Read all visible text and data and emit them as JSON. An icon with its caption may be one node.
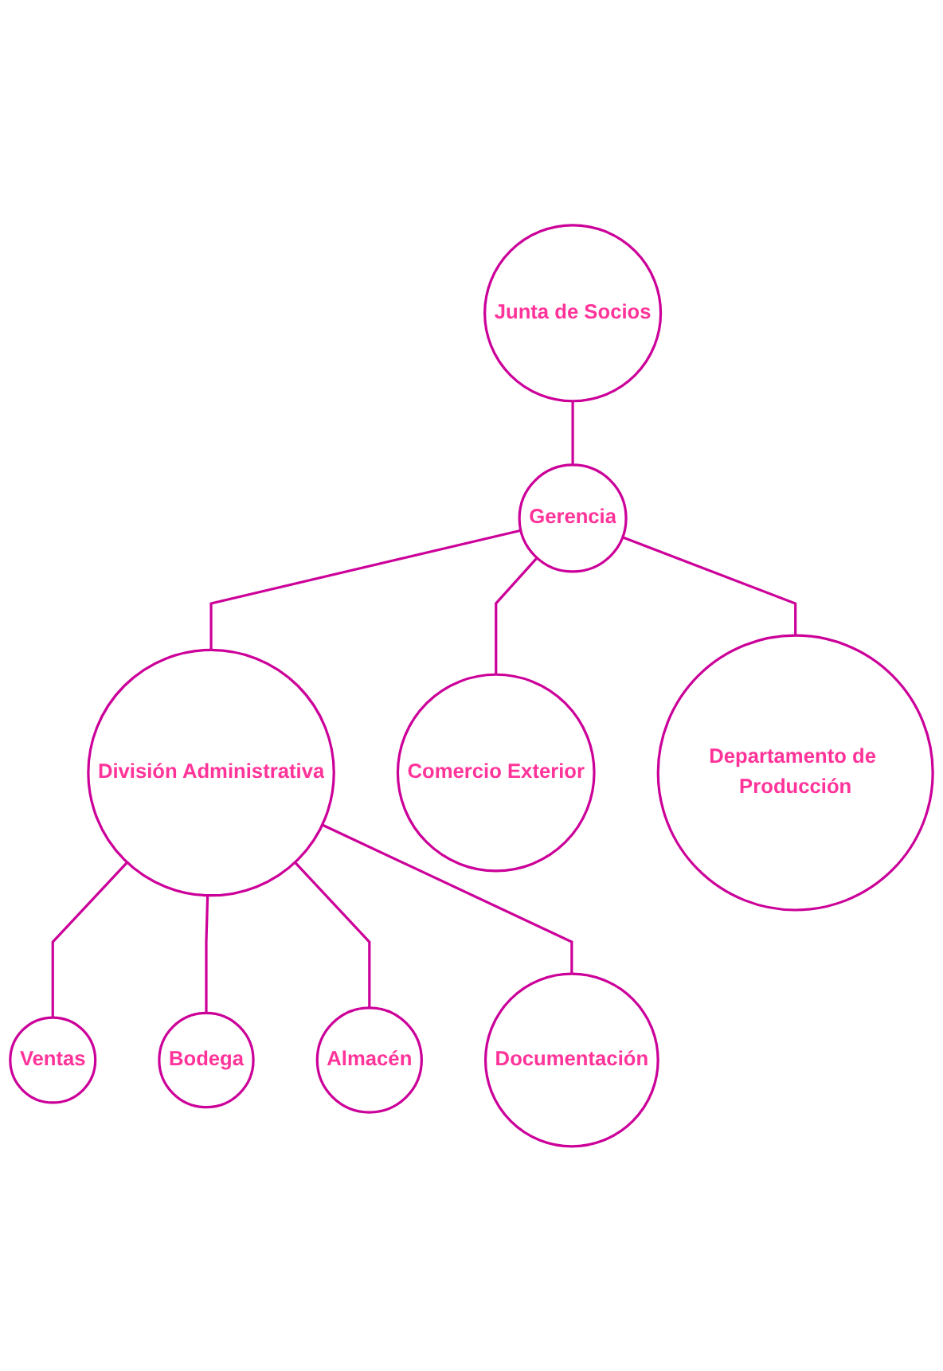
{
  "diagram": {
    "nodes": [
      {
        "text": [
          "Junta de Socios"
        ]
      },
      {
        "text": [
          "Gerencia"
        ]
      },
      {
        "text": [
          "División Administrativa"
        ]
      },
      {
        "text": [
          "Comercio Exterior"
        ]
      },
      {
        "text": [
          "Departamento de Producción"
        ]
      },
      {
        "text": [
          "Ventas"
        ]
      },
      {
        "text": [
          "Bodega"
        ]
      },
      {
        "text": [
          "Almacén"
        ]
      },
      {
        "text": [
          "Documentación"
        ]
      }
    ],
    "edges": [
      {
        "from": 0,
        "to": 1,
        "arrow": "none"
      },
      {
        "from": 1,
        "to": 2,
        "arrow": "none"
      },
      {
        "from": 1,
        "to": 3,
        "arrow": "none"
      },
      {
        "from": 1,
        "to": 4,
        "arrow": "none"
      },
      {
        "from": 2,
        "to": 5,
        "arrow": "none"
      },
      {
        "from": 2,
        "to": 6,
        "arrow": "none"
      },
      {
        "from": 2,
        "to": 7,
        "arrow": "none"
      },
      {
        "from": 2,
        "to": 8,
        "arrow": "none"
      }
    ]
  }
}
